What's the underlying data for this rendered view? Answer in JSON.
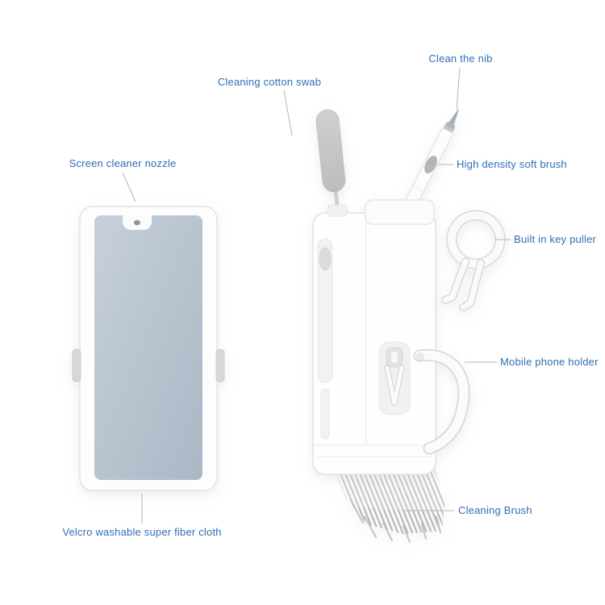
{
  "page": {
    "background_color": "#ffffff"
  },
  "annotation_style": {
    "label_color": "#2f6fb5",
    "leader_line_color": "#b5b5b5"
  },
  "product_colors": {
    "fiber_cloth": "#b7c3cf",
    "device_body": "#fdfdfd",
    "device_outline": "#e2e2e2",
    "brush_bristles": "#c6c6c6",
    "swab_head": "#c4c4c4",
    "nib_metal": "#b6bcc2"
  },
  "annotations": {
    "clean_nib": {
      "label": "Clean the nib"
    },
    "cotton_swab": {
      "label": "Cleaning cotton swab"
    },
    "screen_nozzle": {
      "label": "Screen cleaner nozzle"
    },
    "soft_brush": {
      "label": "High density soft brush"
    },
    "key_puller": {
      "label": "Built in key puller"
    },
    "phone_holder": {
      "label": "Mobile phone holder"
    },
    "cleaning_brush": {
      "label": "Cleaning Brush"
    },
    "fiber_cloth": {
      "label": "Velcro washable super fiber cloth"
    }
  }
}
